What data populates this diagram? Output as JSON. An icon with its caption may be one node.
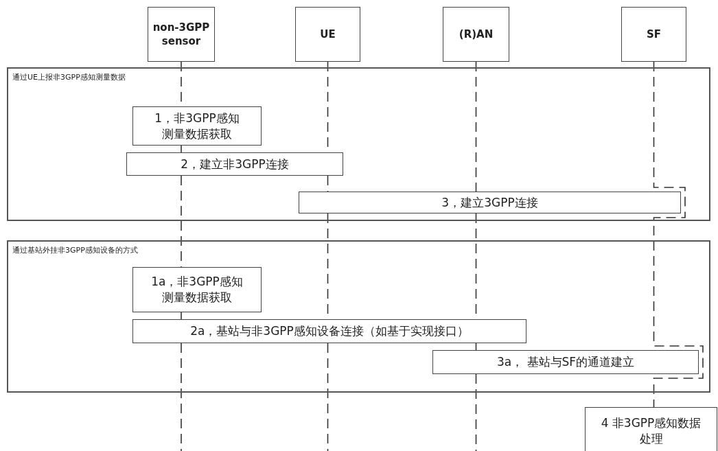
{
  "diagram": {
    "nodes": [
      {
        "text": [
          "non-3GPP sensor"
        ]
      },
      {
        "text": [
          "UE"
        ]
      },
      {
        "text": [
          "(R)AN"
        ]
      },
      {
        "text": [
          "SF"
        ]
      },
      {
        "text": [
          "通过UE上报非3GPP感知测量数据"
        ]
      },
      {
        "text": [
          "1，非3GPP感知测量数据获取"
        ],
        "in": 4
      },
      {
        "text": [
          "2，建立非3GPP连接"
        ],
        "in": 4
      },
      {
        "text": [
          "3，建立3GPP连接"
        ],
        "in": 4
      },
      {
        "text": [
          "通过基站外挂非3GPP感知设备的方式"
        ]
      },
      {
        "text": [
          "1a，非3GPP感知测量数据获取"
        ],
        "in": 8
      },
      {
        "text": [
          "2a，基站与非3GPP感知设备连接（如基于实现接口）"
        ],
        "in": 8
      },
      {
        "text": [
          "3a， 基站与SF的通道建立"
        ],
        "in": 8
      },
      {
        "text": [
          "4 非3GPP感知数据处理"
        ]
      }
    ],
    "edges": [
      {
        "from": 0,
        "to": null,
        "arrow": "none",
        "style": "dashed"
      },
      {
        "from": 1,
        "to": null,
        "arrow": "none",
        "style": "dashed"
      },
      {
        "from": 2,
        "to": null,
        "arrow": "none",
        "style": "dashed"
      },
      {
        "from": 3,
        "to": 12,
        "arrow": "none",
        "style": "dashed"
      }
    ]
  }
}
